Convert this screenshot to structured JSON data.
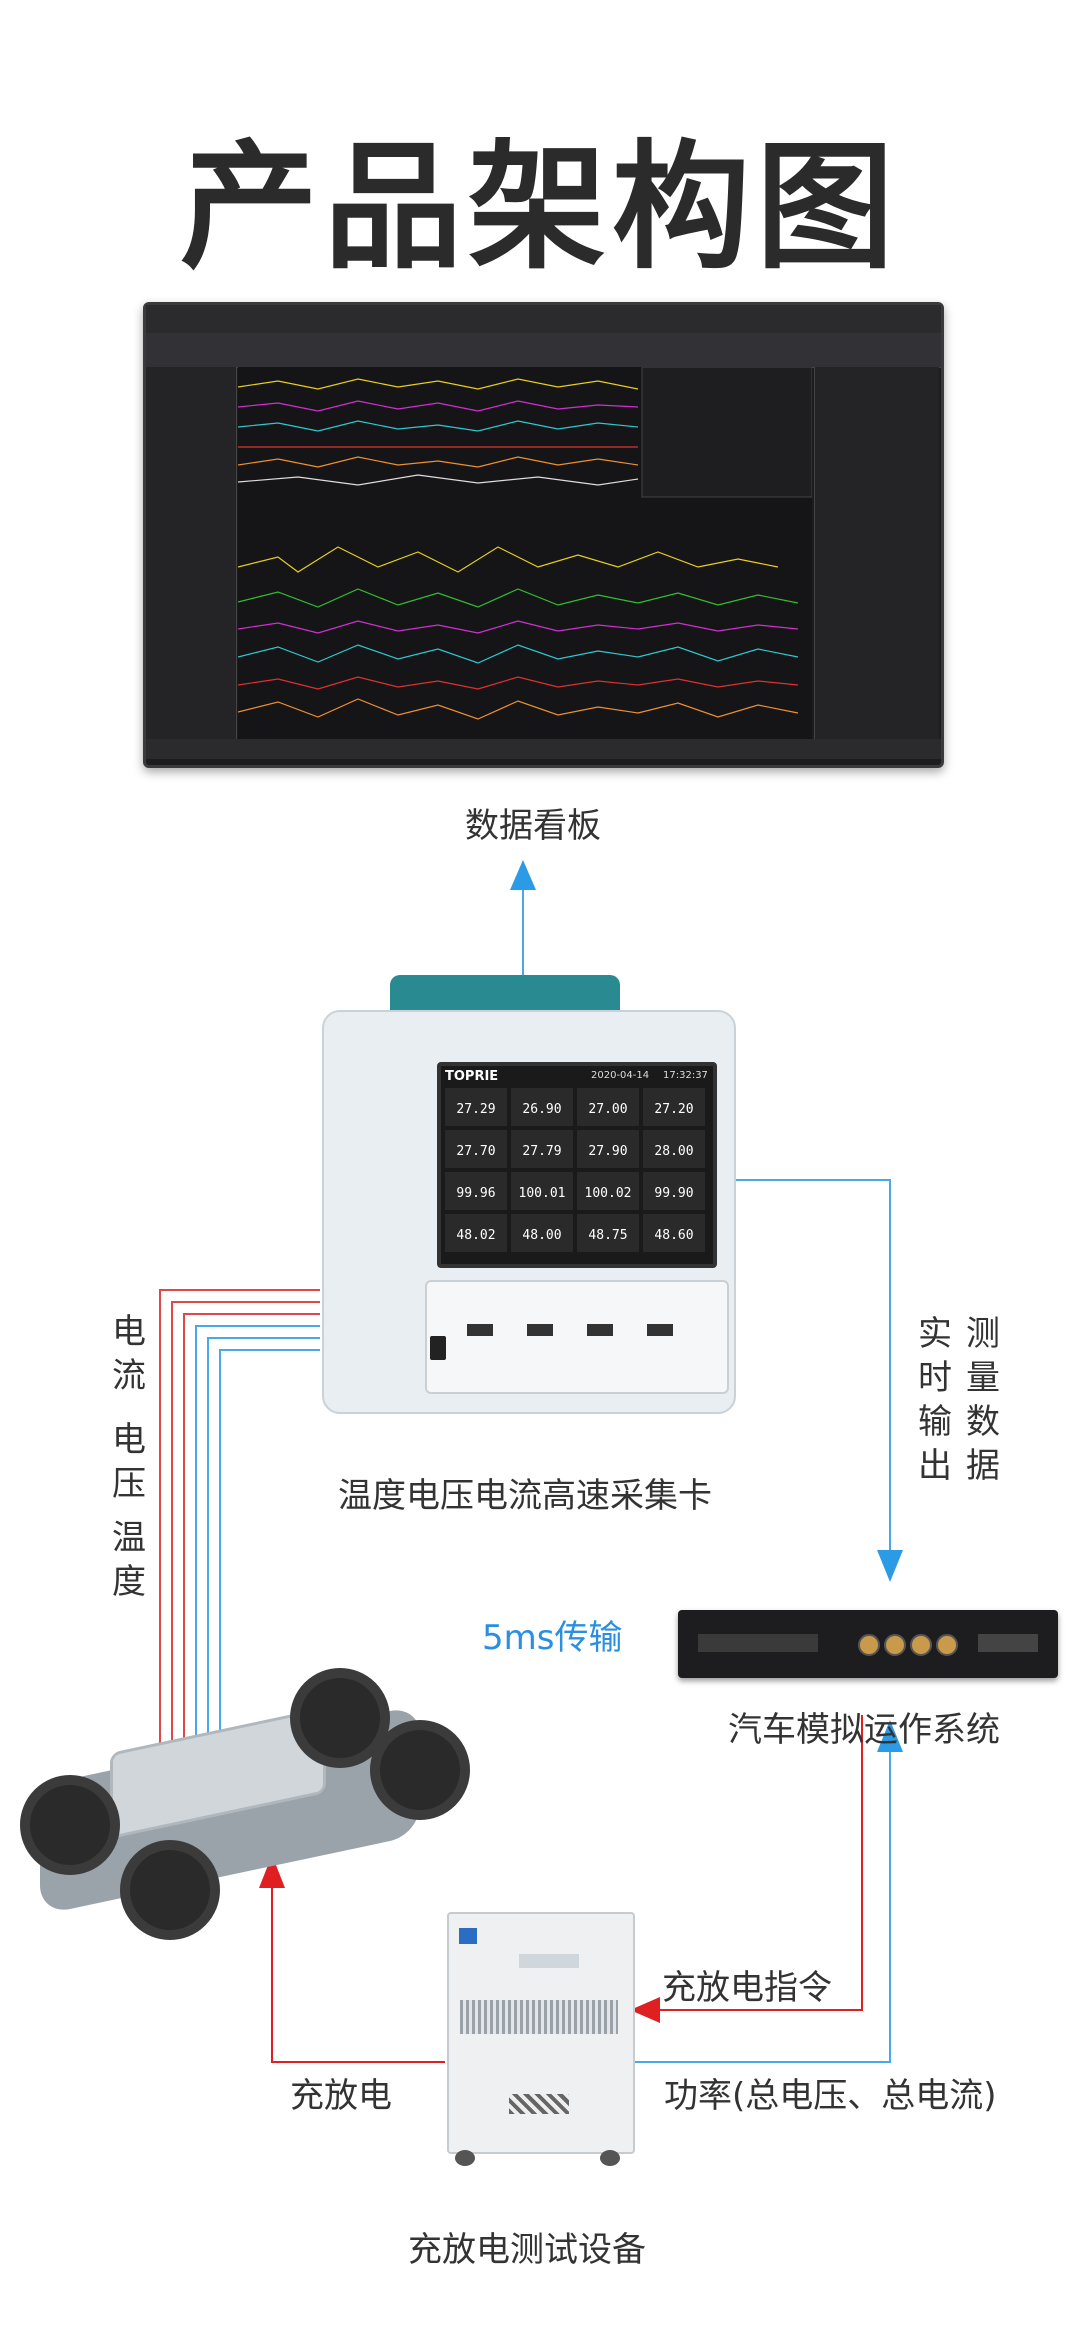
{
  "title": "产品架构图",
  "labels": {
    "dashboard": "数据看板",
    "collector": "温度电压电流高速采集卡",
    "realtime_output": "实时输出",
    "measure_data": "测量数据",
    "current": "电流",
    "voltage": "电压",
    "temperature": "温度",
    "transfer": "5ms传输",
    "car_sim": "汽车模拟运作系统",
    "charge_cmd": "充放电指令",
    "charge_discharge": "充放电",
    "power": "功率(总电压、总电流)",
    "test_equipment": "充放电测试设备"
  },
  "device": {
    "brand": "TOPRIE",
    "date": "2020-04-14",
    "time": "17:32:37",
    "cells": [
      "27.29",
      "26.90",
      "27.00",
      "27.20",
      "27.70",
      "27.79",
      "27.90",
      "28.00",
      "99.96",
      "100.01",
      "100.02",
      "99.90",
      "48.02",
      "48.00",
      "48.75",
      "48.60"
    ]
  },
  "colors": {
    "blue_line": "#4aa8e8",
    "red_line": "#e02020",
    "blue_text": "#2b8fe0",
    "teal": "#1f7c84"
  }
}
